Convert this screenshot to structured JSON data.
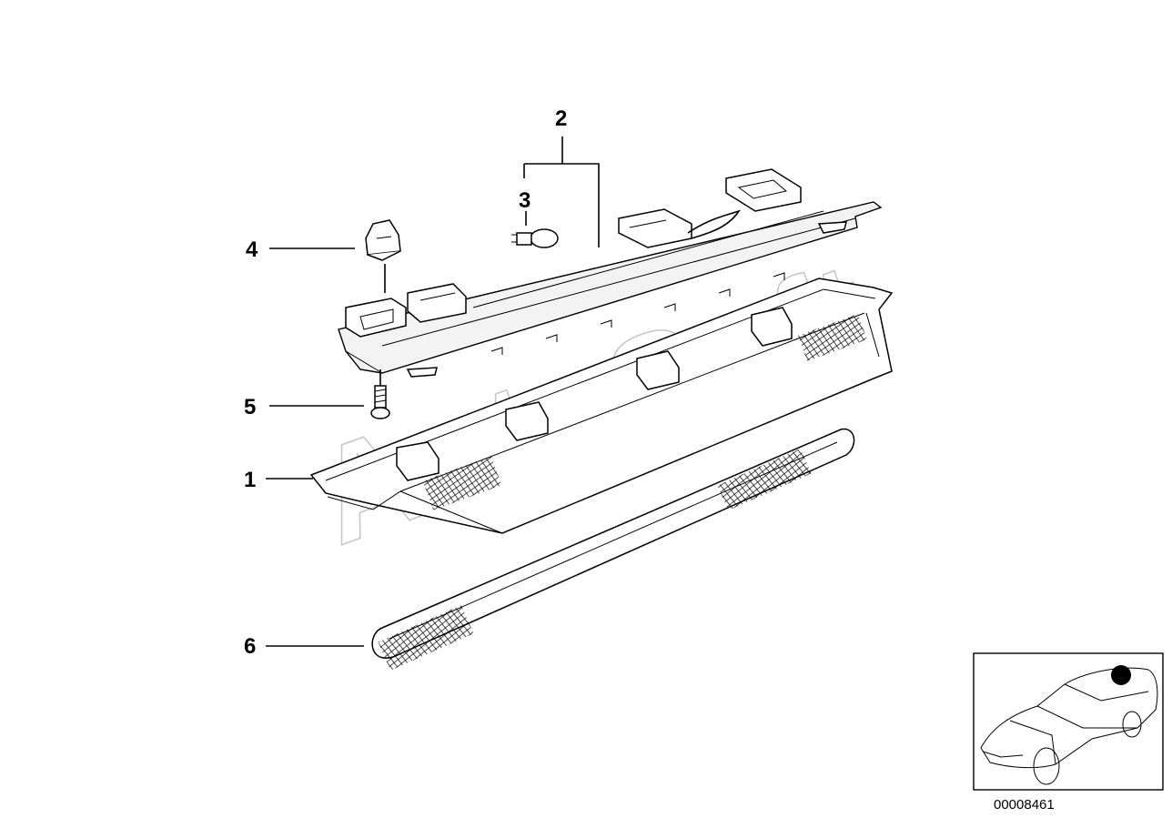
{
  "diagram": {
    "callouts": [
      {
        "id": "1",
        "label": "1"
      },
      {
        "id": "2",
        "label": "2"
      },
      {
        "id": "3",
        "label": "3"
      },
      {
        "id": "4",
        "label": "4"
      },
      {
        "id": "5",
        "label": "5"
      },
      {
        "id": "6",
        "label": "6"
      }
    ],
    "watermark": "AutoSoft",
    "reference_number": "00008461"
  },
  "colors": {
    "line": "#000000",
    "background": "#ffffff",
    "watermark": "#9a9a9a",
    "locator_dot": "#000000"
  }
}
